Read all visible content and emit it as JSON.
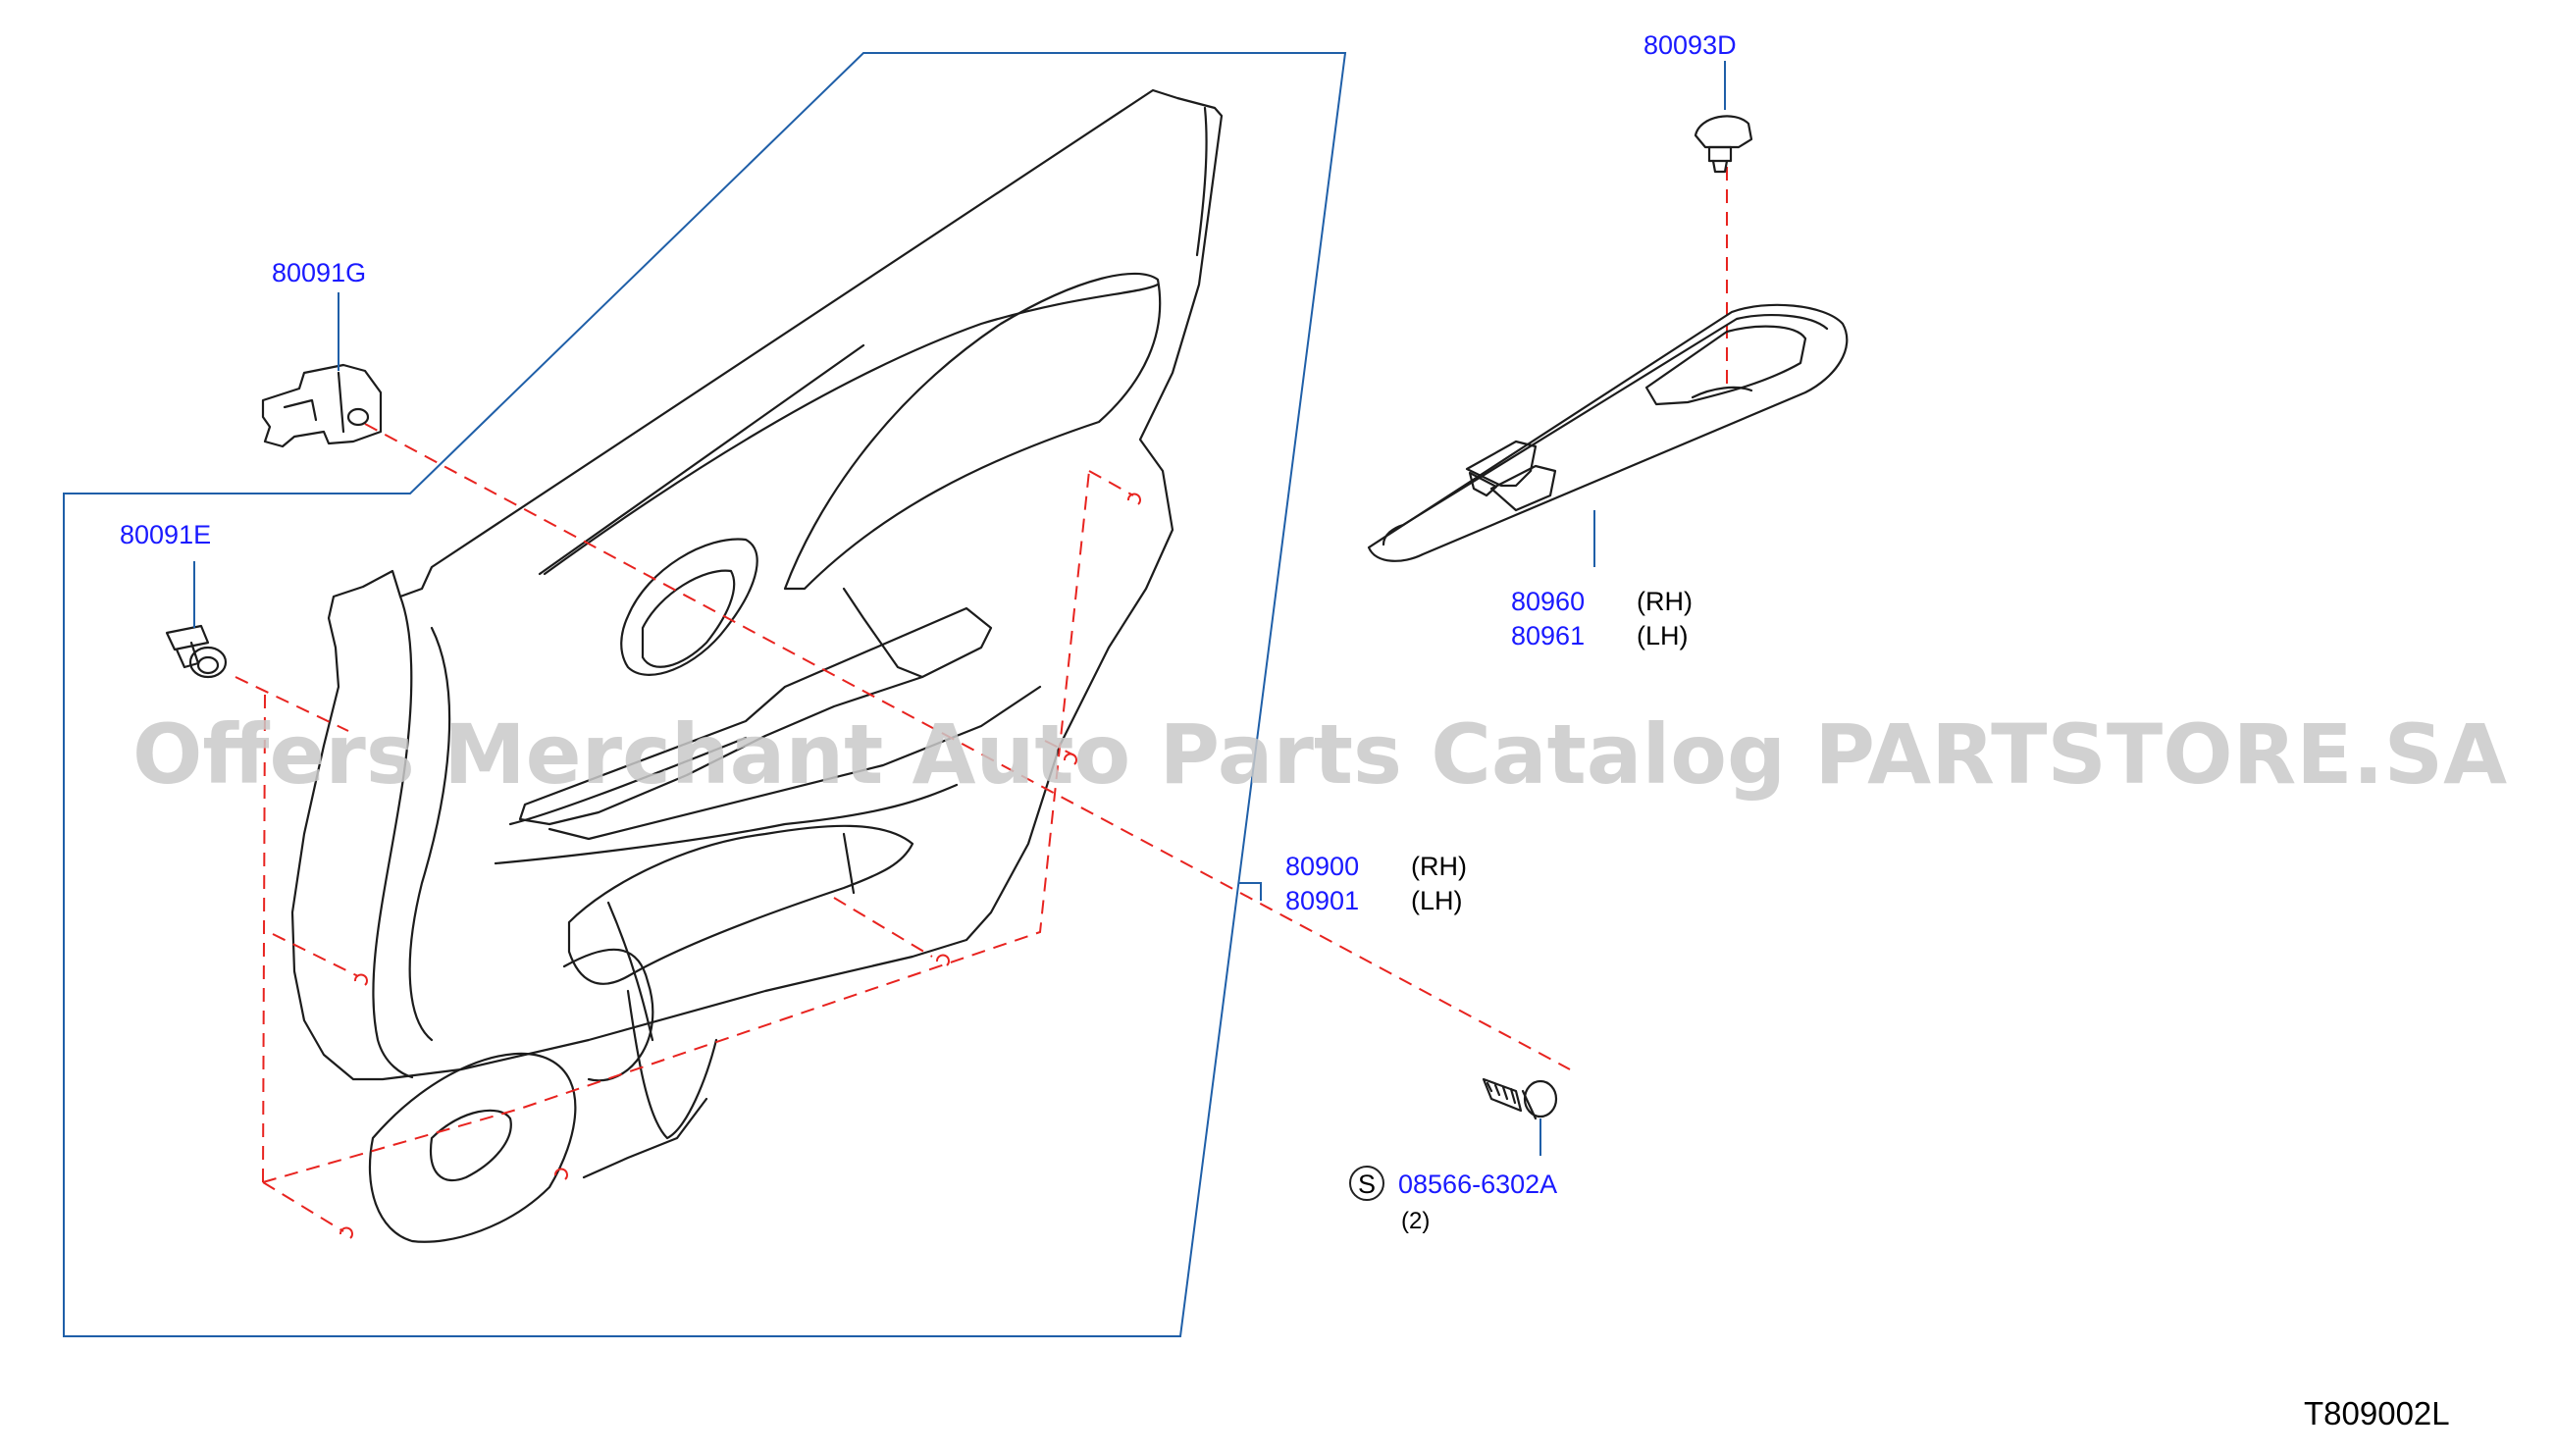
{
  "watermark": "Offers Merchant Auto Parts Catalog PARTSTORE.SA",
  "diagram_ref": "T809002L",
  "parts": {
    "clip_g": {
      "number": "80091G"
    },
    "clip_e": {
      "number": "80091E"
    },
    "clip_d": {
      "number": "80093D"
    },
    "finisher_rh": {
      "number": "80960",
      "side": "(RH)"
    },
    "finisher_lh": {
      "number": "80961",
      "side": "(LH)"
    },
    "trim_rh": {
      "number": "80900",
      "side": "(RH)"
    },
    "trim_lh": {
      "number": "80901",
      "side": "(LH)"
    },
    "screw": {
      "symbol": "S",
      "number": "08566-6302A",
      "qty": "(2)"
    }
  }
}
